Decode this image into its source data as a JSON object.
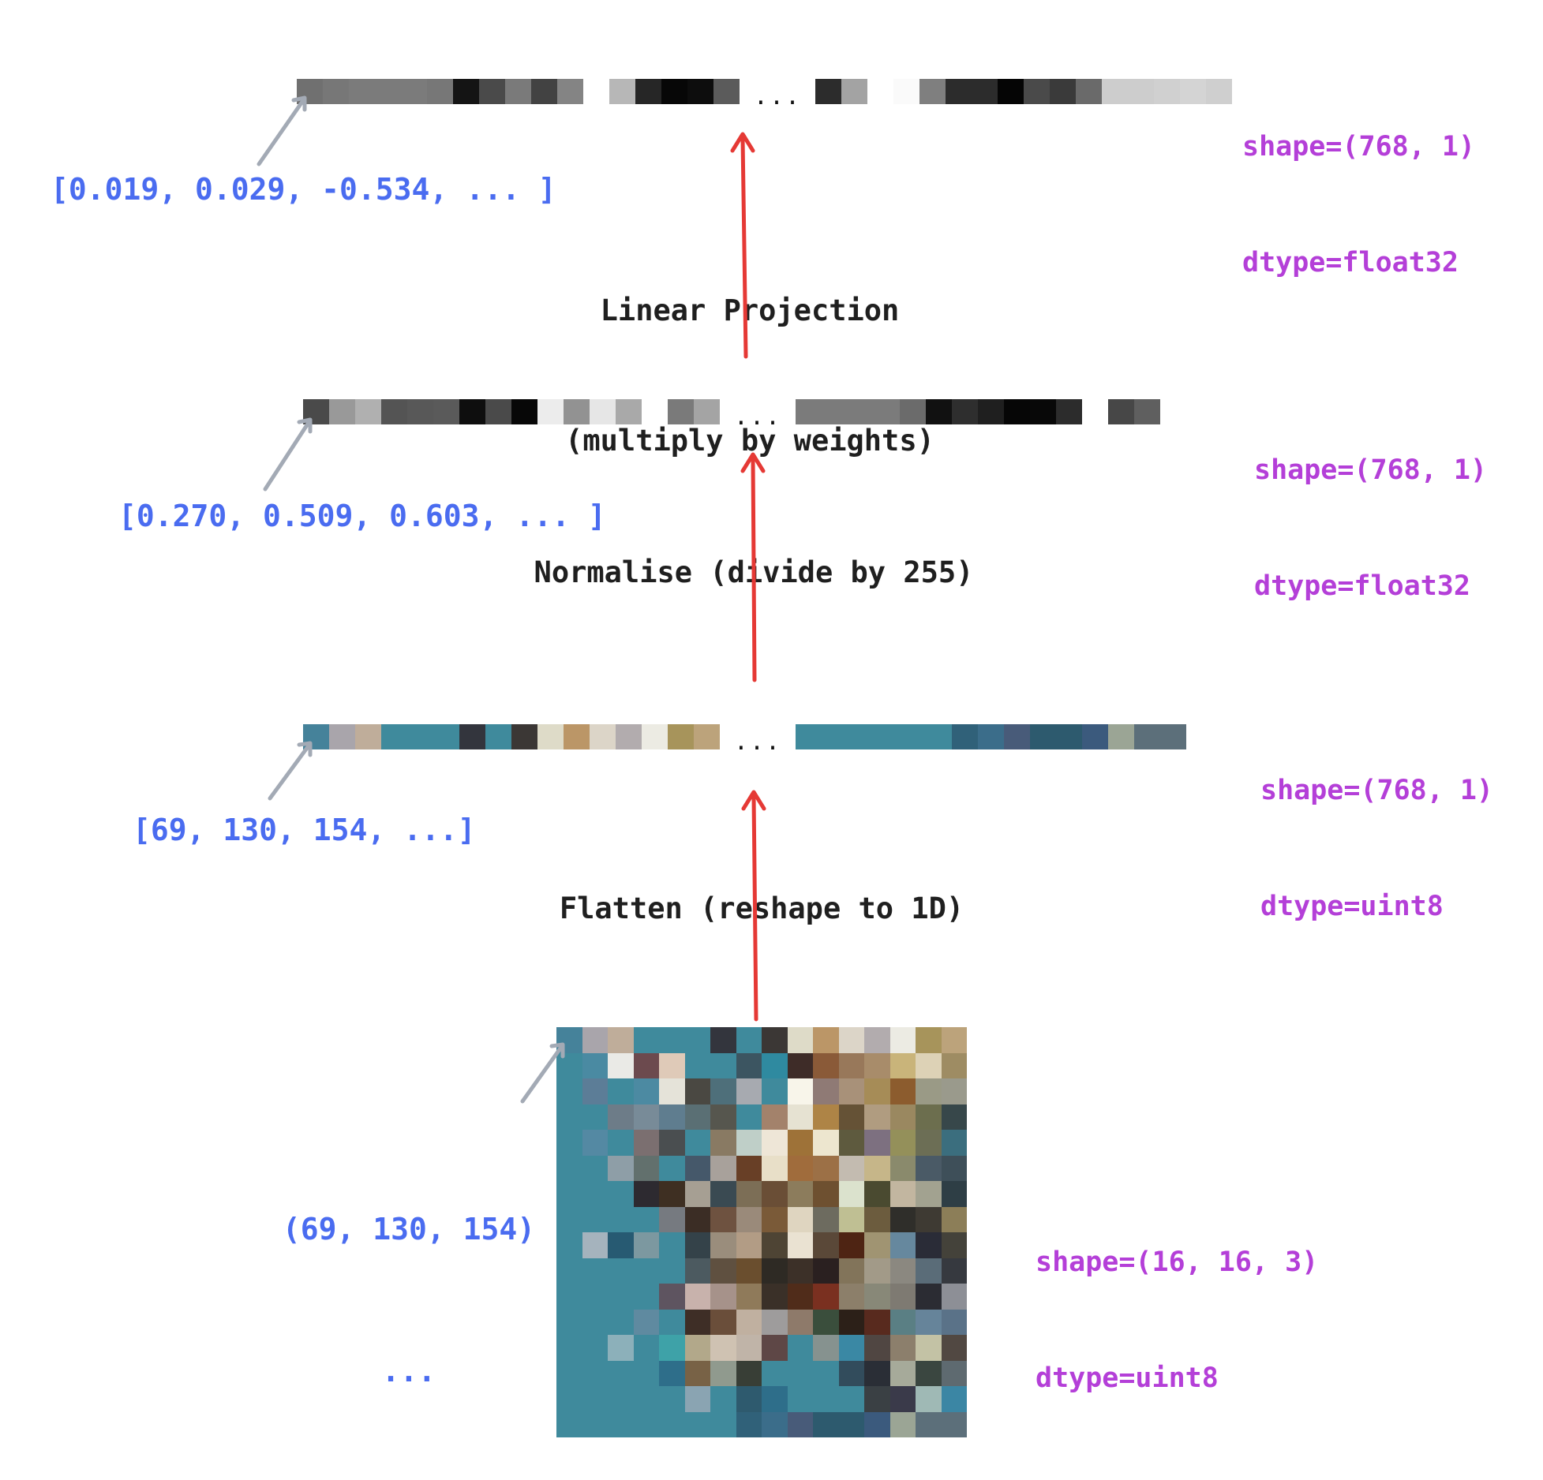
{
  "colors": {
    "value_label": "#4a6cf0",
    "meta_label": "#b43fd8",
    "step_arrow": "#e53935",
    "pointer_arrow": "#a3aab5",
    "step_text": "#1f1f1f"
  },
  "stages": {
    "projected": {
      "value_preview": "[0.019, 0.029, -0.534, ... ]",
      "shape": "shape=(768, 1)",
      "dtype": "dtype=float32",
      "ellipsis": "...",
      "cells": [
        "#707070",
        "#777777",
        "#7b7b7b",
        "#7b7b7b",
        "#7b7b7b",
        "#777777",
        "#141414",
        "#4a4a4a",
        "#7a7a7a",
        "#424242",
        "#848484",
        null,
        "#b7b7b7",
        "#262626",
        "#070707",
        "#0d0d0d",
        "#5b5b5b",
        "DOTS",
        "#2c2c2c",
        "#a3a3a3",
        null,
        "#fafafa",
        "#7f7f7f",
        "#2c2c2c",
        "#2c2c2c",
        "#050505",
        "#4a4a4a",
        "#3a3a3a",
        "#6a6a6a",
        "#cdcdcd",
        "#cdcdcd",
        "#d0d0d0",
        "#d4d4d4",
        "#cfcfcf"
      ]
    },
    "normalised": {
      "value_preview": "[0.270, 0.509, 0.603, ... ]",
      "shape": "shape=(768, 1)",
      "dtype": "dtype=float32",
      "ellipsis": "...",
      "cells": [
        "#4a4a4a",
        "#999999",
        "#b0b0b0",
        "#545454",
        "#585858",
        "#5a5a5a",
        "#0e0e0e",
        "#4a4a4a",
        "#070707",
        "#ececec",
        "#929292",
        "#e6e6e6",
        "#a9a9a9",
        null,
        "#7a7a7a",
        "#a4a4a4",
        "DOTS",
        "#7b7b7b",
        "#7b7b7b",
        "#7b7b7b",
        "#7b7b7b",
        "#6b6b6b",
        "#111111",
        "#2e2e2e",
        "#1f1f1f",
        "#060606",
        "#080808",
        "#2c2c2c",
        null,
        "#474747",
        "#5f5f5f"
      ]
    },
    "flattened": {
      "value_preview": "[69, 130, 154, ...]",
      "shape": "shape=(768, 1)",
      "dtype": "dtype=uint8",
      "ellipsis": "...",
      "cells": [
        "#45829a",
        "#a9a5ab",
        "#bfad9a",
        "#3f8a9c",
        "#3f8a9c",
        "#3f8a9c",
        "#33353d",
        "#3f8a9c",
        "#3b3735",
        "#dedbc8",
        "#bb9667",
        "#dcd5c8",
        "#b2acae",
        "#ecebe3",
        "#a7945b",
        "#bca37b",
        "DOTS",
        "#3f8a9c",
        "#3f8a9c",
        "#3f8a9c",
        "#3f8a9c",
        "#3f8a9c",
        "#3f8a9c",
        "#306179",
        "#3b6d8a",
        "#485b79",
        "#2d5a6e",
        "#2d5a6e",
        "#3b5a7d",
        "#9ba595",
        "#5c6f7a",
        "#5c6f7a"
      ]
    },
    "image": {
      "pixel_label": "(69, 130, 154)",
      "pixel_label_more": "...",
      "shape": "shape=(16, 16, 3)",
      "dtype": "dtype=uint8"
    }
  },
  "steps": {
    "linear_projection": [
      "Linear Projection",
      "(multiply by weights)"
    ],
    "normalise": "Normalise (divide by 255)",
    "flatten": "Flatten (reshape to 1D)"
  },
  "image_pixels": [
    [
      "#45829a",
      "#a9a5ab",
      "#bfad9a",
      "#3f8a9c",
      "#3f8a9c",
      "#3f8a9c",
      "#33353d",
      "#3f8a9c",
      "#3b3735",
      "#dedbc8",
      "#bb9667",
      "#dcd5c8",
      "#b2acae",
      "#ecebe3",
      "#a7945b",
      "#bca37b"
    ],
    [
      "#3f8a9c",
      "#4a8aa2",
      "#eaeae6",
      "#6c4a4e",
      "#dfcab8",
      "#3f8a9c",
      "#3f8a9c",
      "#3c5561",
      "#2f8aa0",
      "#3e2c28",
      "#8a5a38",
      "#98785a",
      "#a88c6a",
      "#c9b47a",
      "#ddd2b6",
      "#9e8c63"
    ],
    [
      "#3f8a9c",
      "#5c7d97",
      "#3f8a9c",
      "#4c8aa2",
      "#e5e3d9",
      "#4a4842",
      "#4e6f7a",
      "#a7aab0",
      "#3f8a9c",
      "#f8f5ea",
      "#8f7a75",
      "#a89179",
      "#a68c57",
      "#8c5c2e",
      "#9a9a86",
      "#9a9a8c"
    ],
    [
      "#3f8a9c",
      "#3f8a9c",
      "#6d7c88",
      "#788b98",
      "#5f7d8f",
      "#5a6f74",
      "#56564e",
      "#3f8a9c",
      "#a3826b",
      "#e6e2d2",
      "#ae8446",
      "#655236",
      "#b09c80",
      "#9a8860",
      "#6c6e4e",
      "#37474a"
    ],
    [
      "#3f8a9c",
      "#5489a3",
      "#3f8a9c",
      "#7b6f70",
      "#4a4e50",
      "#3f8a9c",
      "#897a63",
      "#bfcfc8",
      "#eee6d7",
      "#9e7238",
      "#ede6cf",
      "#5e5a3e",
      "#7d7080",
      "#94905a",
      "#6c6e55",
      "#3b6e7e"
    ],
    [
      "#3f8a9c",
      "#3f8a9c",
      "#8e9ea7",
      "#62706d",
      "#3f8a9c",
      "#45586a",
      "#a8a19b",
      "#683f26",
      "#e8dfc8",
      "#a06c3c",
      "#9c7046",
      "#c3bbb0",
      "#c6b689",
      "#8a8a6c",
      "#4a5a66",
      "#3e4f59"
    ],
    [
      "#3f8a9c",
      "#3f8a9c",
      "#3f8a9c",
      "#2d2a30",
      "#3e2f22",
      "#a69f93",
      "#3a4a52",
      "#7c6e56",
      "#6a4e36",
      "#8c7c5c",
      "#6e5030",
      "#dbe2cd",
      "#4a4a30",
      "#c2b6a0",
      "#a2a290",
      "#2e3e45"
    ],
    [
      "#3f8a9c",
      "#3f8a9c",
      "#3f8a9c",
      "#3f8a9c",
      "#767a80",
      "#3b2d25",
      "#6e5240",
      "#9a8a7a",
      "#7a5a38",
      "#dfd5c0",
      "#6d6b5f",
      "#bfbf93",
      "#6c5c3e",
      "#2f2e2a",
      "#3e3a33",
      "#8c7e58"
    ],
    [
      "#3f8a9c",
      "#a5b3bd",
      "#275a72",
      "#7c98a0",
      "#3f8a9c",
      "#344249",
      "#9a8d7c",
      "#b29c85",
      "#4e4434",
      "#eae2d2",
      "#5a4838",
      "#4e2413",
      "#a09472",
      "#66889e",
      "#2a2c37",
      "#44423a"
    ],
    [
      "#3f8a9c",
      "#3f8a9c",
      "#3f8a9c",
      "#3f8a9c",
      "#3f8a9c",
      "#4c5a60",
      "#5f5040",
      "#6a4e2e",
      "#2e2a24",
      "#3c3028",
      "#2a2020",
      "#82745a",
      "#a29a88",
      "#8b8880",
      "#5a6c78",
      "#36393f"
    ],
    [
      "#3f8a9c",
      "#3f8a9c",
      "#3f8a9c",
      "#3f8a9c",
      "#5e5460",
      "#c8b2ac",
      "#a6928a",
      "#8f7a5a",
      "#3a3028",
      "#502c1a",
      "#7a3020",
      "#8c7f6a",
      "#888878",
      "#7e7a72",
      "#2b2c33",
      "#8d8f96"
    ],
    [
      "#3f8a9c",
      "#3f8a9c",
      "#3f8a9c",
      "#5f8aa0",
      "#3f8a9c",
      "#3e2e26",
      "#6a4e3a",
      "#c0b0a0",
      "#9e9c9c",
      "#8e7a6a",
      "#3a4e3c",
      "#2c2018",
      "#582a1e",
      "#5a7f84",
      "#66849a",
      "#5a7288"
    ],
    [
      "#3f8a9c",
      "#3f8a9c",
      "#8cb0ba",
      "#3f8a9c",
      "#3ea2a8",
      "#b2a88a",
      "#cfc2b2",
      "#c0b4a8",
      "#5e4746",
      "#3f8a9c",
      "#86928f",
      "#3a88a4",
      "#504642",
      "#8c7f6c",
      "#c3c2a5",
      "#514842"
    ],
    [
      "#3f8a9c",
      "#3f8a9c",
      "#3f8a9c",
      "#3f8a9c",
      "#2e6e8a",
      "#786246",
      "#909a8e",
      "#383e36",
      "#3f8a9c",
      "#3f8a9c",
      "#3f8a9c",
      "#324c5c",
      "#2a2e36",
      "#a6aa9a",
      "#3a4640",
      "#5e6a70"
    ],
    [
      "#3f8a9c",
      "#3f8a9c",
      "#3f8a9c",
      "#3f8a9c",
      "#3f8a9c",
      "#8aa4b2",
      "#3f8a9c",
      "#2e5a6e",
      "#2e6e8a",
      "#3f8a9c",
      "#3f8a9c",
      "#3f8a9c",
      "#3a4044",
      "#3a3a4a",
      "#9fb9b5",
      "#3b86a4"
    ],
    [
      "#3f8a9c",
      "#3f8a9c",
      "#3f8a9c",
      "#3f8a9c",
      "#3f8a9c",
      "#3f8a9c",
      "#3f8a9c",
      "#306179",
      "#3b6d8a",
      "#485b79",
      "#2d5a6e",
      "#2d5a6e",
      "#3b5a7d",
      "#9ba595",
      "#5c6f7a",
      "#5c6f7a"
    ]
  ]
}
